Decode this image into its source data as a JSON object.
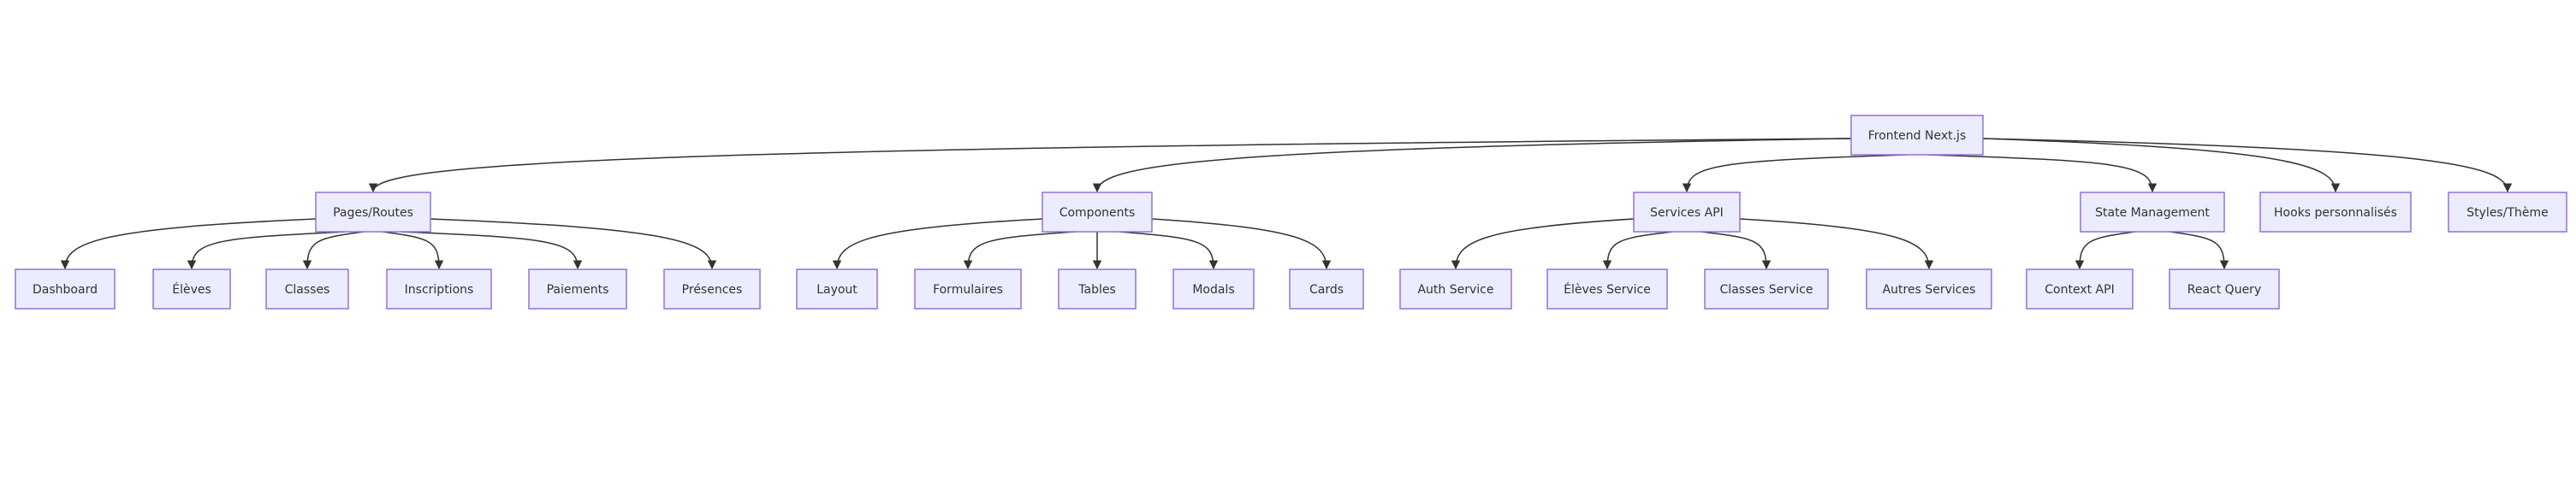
{
  "diagram": {
    "type": "flowchart",
    "colors": {
      "node_fill": "#ECECFF",
      "node_border": "#9370DB",
      "edge": "#333333",
      "text": "#333333"
    },
    "nodes": [
      {
        "id": "frontend",
        "label": "Frontend Next.js"
      },
      {
        "id": "pages",
        "label": "Pages/Routes"
      },
      {
        "id": "components",
        "label": "Components"
      },
      {
        "id": "services",
        "label": "Services API"
      },
      {
        "id": "state",
        "label": "State Management"
      },
      {
        "id": "hooks",
        "label": "Hooks personnalisés"
      },
      {
        "id": "styles",
        "label": "Styles/Thème"
      },
      {
        "id": "dashboard",
        "label": "Dashboard"
      },
      {
        "id": "eleves",
        "label": "Élèves"
      },
      {
        "id": "classes",
        "label": "Classes"
      },
      {
        "id": "inscriptions",
        "label": "Inscriptions"
      },
      {
        "id": "paiements",
        "label": "Paiements"
      },
      {
        "id": "presences",
        "label": "Présences"
      },
      {
        "id": "layout",
        "label": "Layout"
      },
      {
        "id": "formulaires",
        "label": "Formulaires"
      },
      {
        "id": "tables",
        "label": "Tables"
      },
      {
        "id": "modals",
        "label": "Modals"
      },
      {
        "id": "cards",
        "label": "Cards"
      },
      {
        "id": "auth_service",
        "label": "Auth Service"
      },
      {
        "id": "eleves_service",
        "label": "Élèves Service"
      },
      {
        "id": "classes_service",
        "label": "Classes Service"
      },
      {
        "id": "autres_services",
        "label": "Autres Services"
      },
      {
        "id": "context_api",
        "label": "Context API"
      },
      {
        "id": "react_query",
        "label": "React Query"
      }
    ],
    "edges": [
      {
        "from": "frontend",
        "to": "pages"
      },
      {
        "from": "frontend",
        "to": "components"
      },
      {
        "from": "frontend",
        "to": "services"
      },
      {
        "from": "frontend",
        "to": "state"
      },
      {
        "from": "frontend",
        "to": "hooks"
      },
      {
        "from": "frontend",
        "to": "styles"
      },
      {
        "from": "pages",
        "to": "dashboard"
      },
      {
        "from": "pages",
        "to": "eleves"
      },
      {
        "from": "pages",
        "to": "classes"
      },
      {
        "from": "pages",
        "to": "inscriptions"
      },
      {
        "from": "pages",
        "to": "paiements"
      },
      {
        "from": "pages",
        "to": "presences"
      },
      {
        "from": "components",
        "to": "layout"
      },
      {
        "from": "components",
        "to": "formulaires"
      },
      {
        "from": "components",
        "to": "tables"
      },
      {
        "from": "components",
        "to": "modals"
      },
      {
        "from": "components",
        "to": "cards"
      },
      {
        "from": "services",
        "to": "auth_service"
      },
      {
        "from": "services",
        "to": "eleves_service"
      },
      {
        "from": "services",
        "to": "classes_service"
      },
      {
        "from": "services",
        "to": "autres_services"
      },
      {
        "from": "state",
        "to": "context_api"
      },
      {
        "from": "state",
        "to": "react_query"
      }
    ]
  }
}
